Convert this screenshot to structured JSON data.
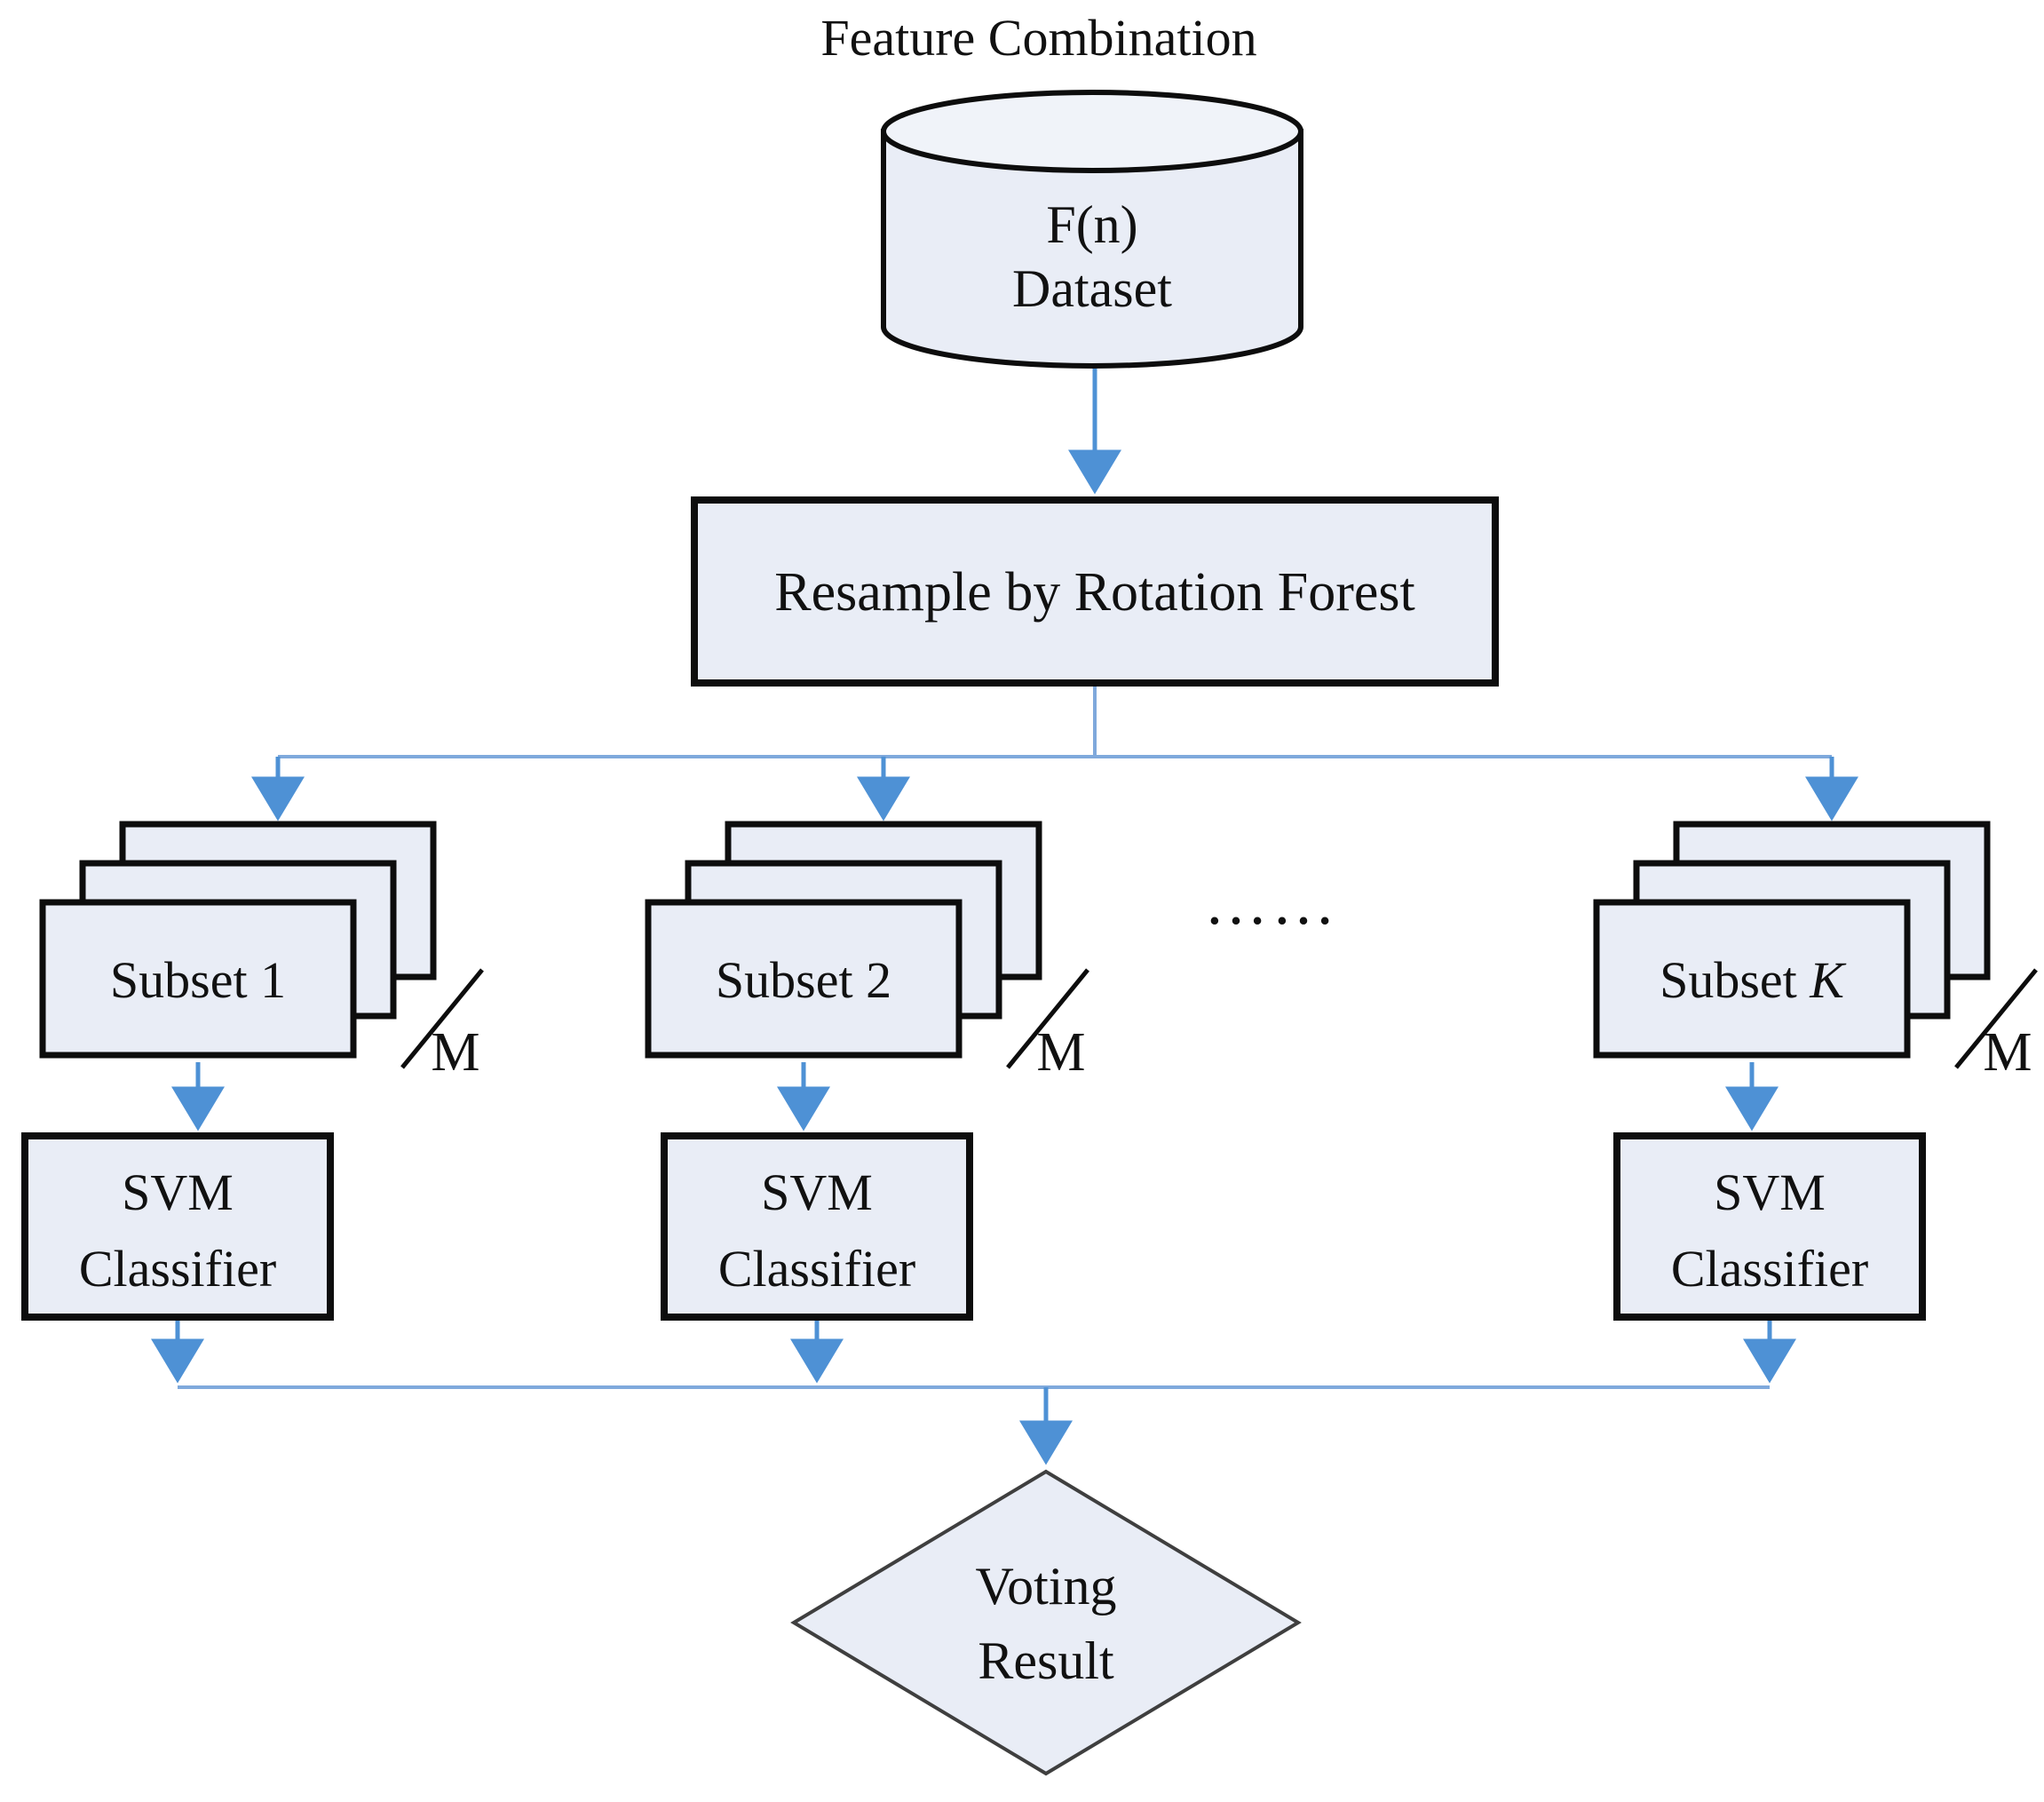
{
  "figure": {
    "title": "Feature Combination",
    "dataset": {
      "lines": [
        "F(n)",
        "Dataset"
      ]
    },
    "resample": {
      "label": "Resample by Rotation Forest"
    },
    "columns": [
      {
        "subset_word": "Subset",
        "subset_index": " 1",
        "multiplicity": "M"
      },
      {
        "subset_word": "Subset",
        "subset_index": " 2",
        "multiplicity": "M"
      },
      {
        "subset_word": "Subset",
        "subset_index": " K",
        "multiplicity": "M"
      }
    ],
    "classifier_lines": [
      "SVM",
      "Classifier"
    ],
    "ellipsis": "……",
    "voting": {
      "lines": [
        "Voting",
        "Result"
      ]
    },
    "colors": {
      "arrow": "#4E91D5",
      "connector": "#7FA9DC",
      "node_fill": "#E9EDF6",
      "cylinder_top_fill": "#F0F3F9",
      "node_stroke": "#0D0D0D",
      "diamond_stroke": "#3F3F3F",
      "text": "#111111"
    }
  }
}
